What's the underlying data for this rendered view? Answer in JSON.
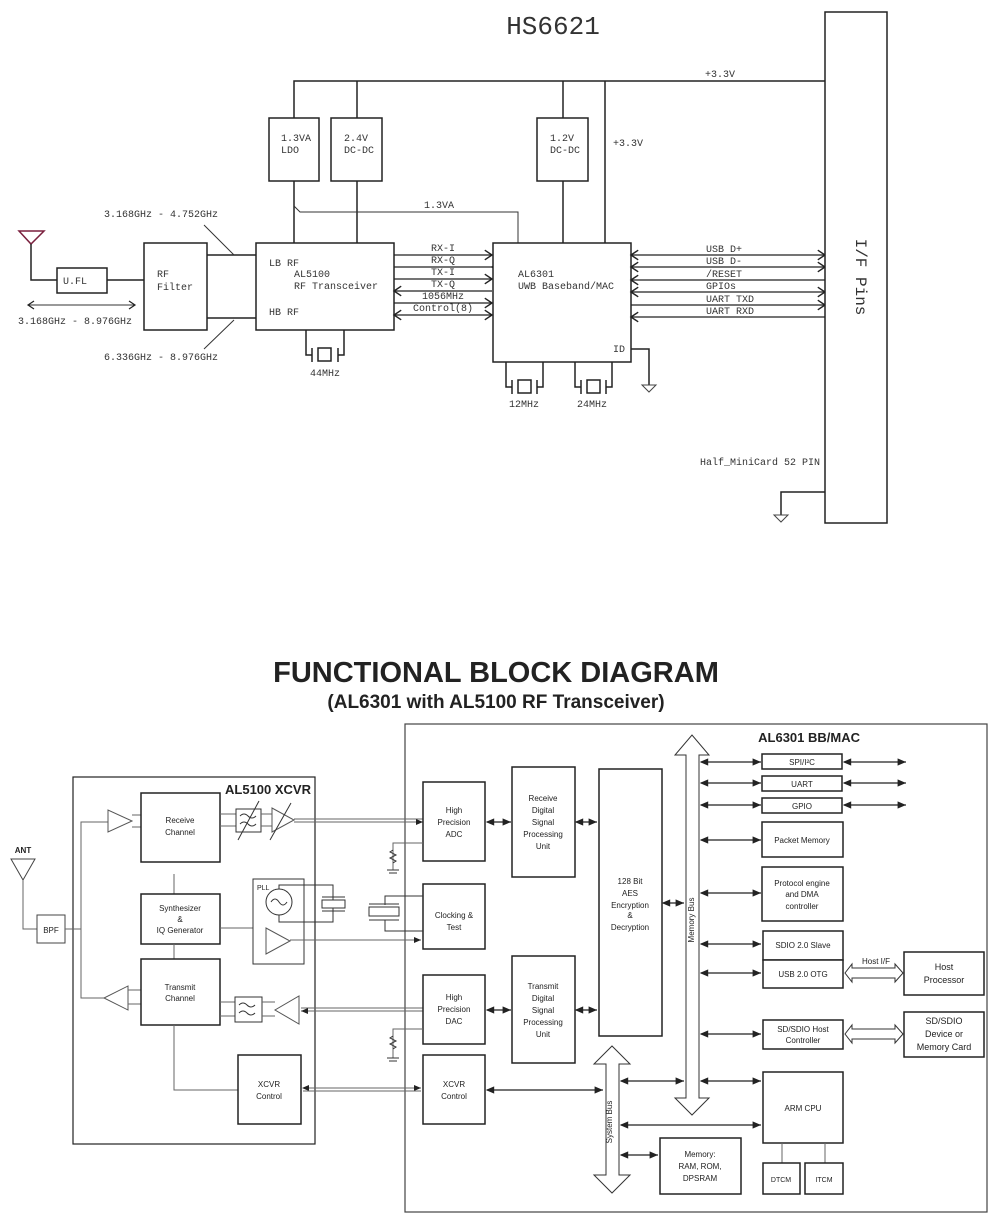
{
  "top_diagram": {
    "title": "HS6621",
    "rails": {
      "main": "+3.3V",
      "branch": "+3.3V",
      "ldo_out": "1.3VA"
    },
    "power_blocks": [
      {
        "line1": "1.3VA",
        "line2": "LDO"
      },
      {
        "line1": "2.4V",
        "line2": "DC-DC"
      },
      {
        "line1": "1.2V",
        "line2": "DC-DC"
      }
    ],
    "antenna_connector": "U.FL",
    "antenna_range": "3.168GHz - 8.976GHz",
    "rf_filter": {
      "line1": "RF",
      "line2": "Filter"
    },
    "low_band_range": "3.168GHz - 4.752GHz",
    "high_band_range": "6.336GHz - 8.976GHz",
    "transceiver": {
      "port_lb": "LB RF",
      "port_hb": "HB RF",
      "name": "AL5100",
      "desc": "RF Transceiver",
      "crystal": "44MHz"
    },
    "rf_signals": [
      "RX-I",
      "RX-Q",
      "TX-I",
      "TX-Q",
      "1056MHz",
      "Control(8)"
    ],
    "baseband": {
      "name": "AL6301",
      "desc": "UWB Baseband/MAC",
      "id_pin": "ID",
      "crystals": [
        "12MHz",
        "24MHz"
      ]
    },
    "host_signals": [
      "USB D+",
      "USB D-",
      "/RESET",
      "GPIOs",
      "UART TXD",
      "UART RXD"
    ],
    "if_pins": "I/F Pins",
    "connector_note": "Half_MiniCard 52 PIN"
  },
  "bottom_diagram": {
    "title": "FUNCTIONAL BLOCK DIAGRAM",
    "subtitle": "(AL6301 with AL5100 RF Transceiver)",
    "antenna": "ANT",
    "bpf": "BPF",
    "xcvr": {
      "title": "AL5100 XCVR",
      "receive": [
        "Receive",
        "Channel"
      ],
      "synth": [
        "Synthesizer",
        "&",
        "IQ Generator"
      ],
      "transmit": [
        "Transmit",
        "Channel"
      ],
      "pll": "PLL",
      "control": [
        "XCVR",
        "Control"
      ]
    },
    "bbmac": {
      "title": "AL6301 BB/MAC",
      "adc": [
        "High",
        "Precision",
        "ADC"
      ],
      "clocking": [
        "Clocking &",
        "Test"
      ],
      "dac": [
        "High",
        "Precision",
        "DAC"
      ],
      "xcvr_control": [
        "XCVR",
        "Control"
      ],
      "rx_dsp": [
        "Receive",
        "Digital",
        "Signal",
        "Processing",
        "Unit"
      ],
      "tx_dsp": [
        "Transmit",
        "Digital",
        "Signal",
        "Processing",
        "Unit"
      ],
      "aes": [
        "128 Bit",
        "AES",
        "Encryption",
        "&",
        "Decryption"
      ],
      "memory_bus": "Memory Bus",
      "system_bus": "System Bus",
      "spi": "SPI/I²C",
      "uart": "UART",
      "gpio": "GPIO",
      "packet_memory": "Packet Memory",
      "protocol": [
        "Protocol engine",
        "and DMA",
        "controller"
      ],
      "sdio_slave": "SDIO 2.0 Slave",
      "usb_otg": "USB 2.0 OTG",
      "sd_host": [
        "SD/SDIO Host",
        "Controller"
      ],
      "arm_cpu": "ARM CPU",
      "dtcm": "DTCM",
      "itcm": "ITCM",
      "memory": [
        "Memory:",
        "RAM, ROM,",
        "DPSRAM"
      ]
    },
    "host_if": "Host I/F",
    "host_processor": [
      "Host",
      "Processor"
    ],
    "sd_device": [
      "SD/SDIO",
      "Device or",
      "Memory Card"
    ]
  }
}
